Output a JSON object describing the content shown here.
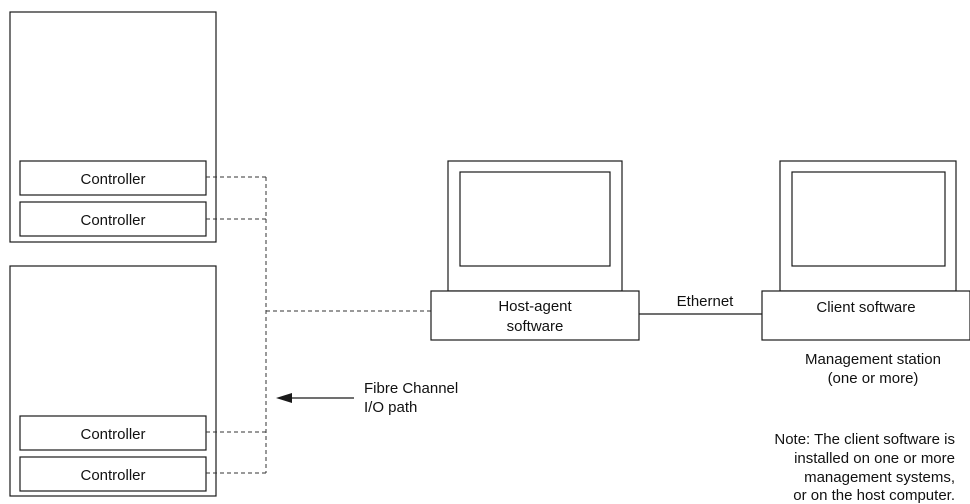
{
  "storage_top": {
    "controllers": [
      "Controller",
      "Controller"
    ]
  },
  "storage_bottom": {
    "controllers": [
      "Controller",
      "Controller"
    ]
  },
  "fibre_channel": {
    "label_line1": "Fibre Channel",
    "label_line2": "I/O path"
  },
  "host": {
    "label_line1": "Host-agent",
    "label_line2": "software"
  },
  "ethernet_label": "Ethernet",
  "client": {
    "label": "Client software",
    "station_line1": "Management station",
    "station_line2": "(one or more)"
  },
  "note": {
    "line1": "Note: The client software is",
    "line2": "installed on one or more",
    "line3": "management systems,",
    "line4": "or on the host computer."
  }
}
